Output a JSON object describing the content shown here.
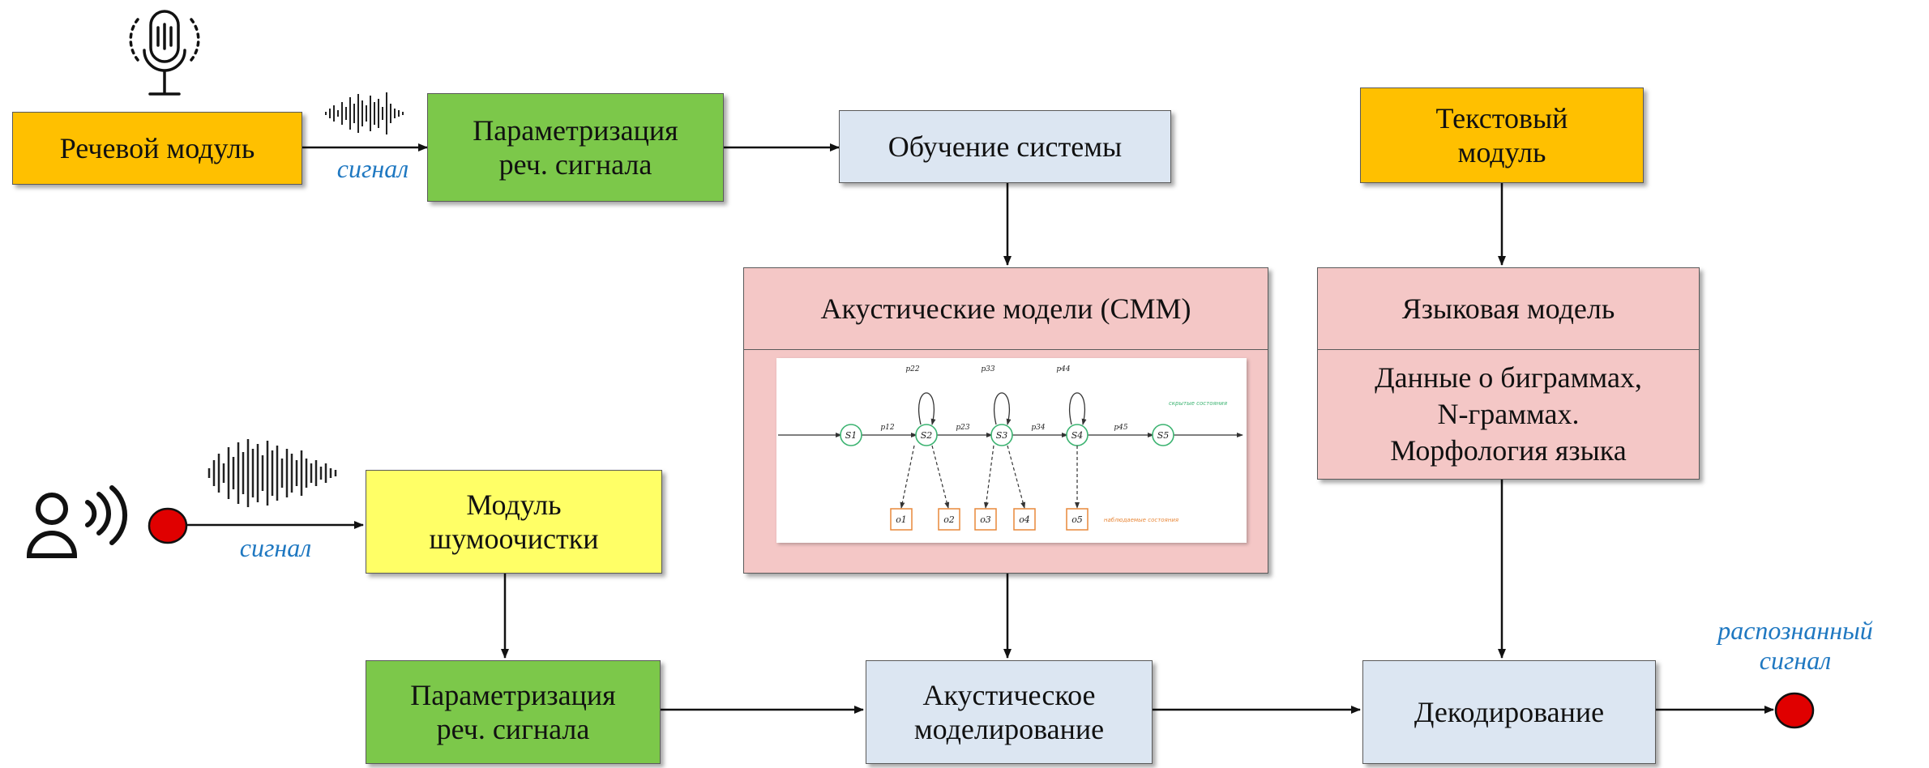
{
  "boxes": {
    "speech_module": "Речевой модуль",
    "param_top": "Параметризация\nреч. сигнала",
    "training": "Обучение системы",
    "text_module": "Текстовый\nмодуль",
    "acoustic_models": "Акустические модели (СММ)",
    "language_model": "Языковая модель",
    "language_data": "Данные о биграммах,\nN-граммах.\nМорфология языка",
    "noise_module": "Модуль\nшумоочистки",
    "param_bottom": "Параметризация\nреч. сигнала",
    "acoustic_modeling": "Акустическое\nмоделирование",
    "decoding": "Декодирование"
  },
  "labels": {
    "signal_top": "сигнал",
    "signal_bottom": "сигнал",
    "recognized": "распознанный\nсигнал"
  },
  "hmm": {
    "states": [
      "S1",
      "S2",
      "S3",
      "S4",
      "S5"
    ],
    "observations": [
      "o1",
      "o2",
      "o3",
      "o4",
      "o5"
    ],
    "transitions": [
      "p12",
      "p23",
      "p34",
      "p45"
    ],
    "self_loops": [
      "p22",
      "p33",
      "p44"
    ],
    "hidden_label": "скрытые состояния",
    "observed_label": "наблюдаемые состояния"
  },
  "colors": {
    "orange": "#ffc000",
    "green": "#7cc84a",
    "blue": "#dce6f2",
    "yellow": "#ffff66",
    "pink": "#f4c7c6",
    "dot": "#e00000",
    "label": "#1f78c1"
  }
}
